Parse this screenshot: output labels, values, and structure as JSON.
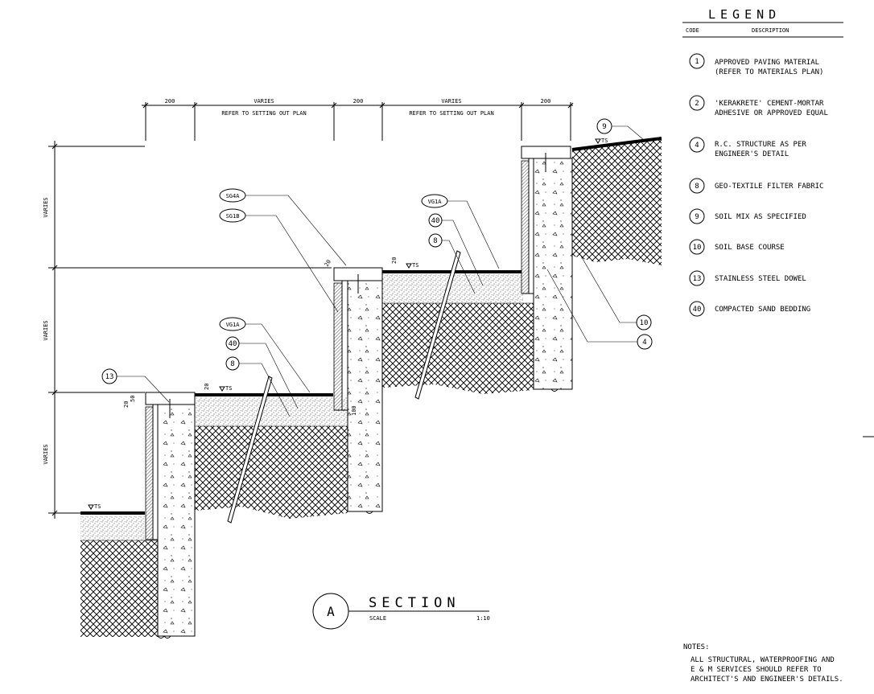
{
  "legend": {
    "title": "LEGEND",
    "col_code": "CODE",
    "col_description": "DESCRIPTION",
    "items": [
      {
        "code": "1",
        "line1": "APPROVED PAVING MATERIAL",
        "line2": "(REFER TO MATERIALS PLAN)"
      },
      {
        "code": "2",
        "line1": "'KERAKRETE' CEMENT-MORTAR",
        "line2": "ADHESIVE OR APPROVED EQUAL"
      },
      {
        "code": "4",
        "line1": "R.C. STRUCTURE AS PER",
        "line2": "ENGINEER'S DETAIL"
      },
      {
        "code": "8",
        "line1": "GEO-TEXTILE FILTER FABRIC",
        "line2": ""
      },
      {
        "code": "9",
        "line1": "SOIL MIX AS SPECIFIED",
        "line2": ""
      },
      {
        "code": "10",
        "line1": "SOIL BASE COURSE",
        "line2": ""
      },
      {
        "code": "13",
        "line1": "STAINLESS STEEL DOWEL",
        "line2": ""
      },
      {
        "code": "40",
        "line1": "COMPACTED SAND BEDDING",
        "line2": ""
      }
    ]
  },
  "dimensions": {
    "top": [
      "200",
      "VARIES",
      "200",
      "VARIES",
      "200"
    ],
    "refer": "REFER TO SETTING OUT PLAN",
    "side": [
      "VARIES",
      "VARIES",
      "VARIES"
    ],
    "small": [
      "20",
      "50",
      "20",
      "100",
      "20",
      "20"
    ]
  },
  "level_marks": {
    "ts": "TS"
  },
  "tags": {
    "sg4a": "SG4A",
    "sg1b": "SG1B",
    "vg1a_upper": "VG1A",
    "vg1a_lower": "VG1A",
    "c40_upper": "40",
    "c40_lower": "40",
    "c8_upper": "8",
    "c8_lower": "8",
    "c9": "9",
    "c10": "10",
    "c4": "4",
    "c13": "13"
  },
  "section_title": {
    "marker": "A",
    "title": "SECTION",
    "scale_label": "SCALE",
    "scale_value": "1:10"
  },
  "notes": {
    "heading": "NOTES:",
    "lines": [
      "ALL STRUCTURAL, WATERPROOFING AND",
      "E & M SERVICES SHOULD REFER TO",
      "ARCHITECT'S AND ENGINEER'S DETAILS."
    ]
  }
}
